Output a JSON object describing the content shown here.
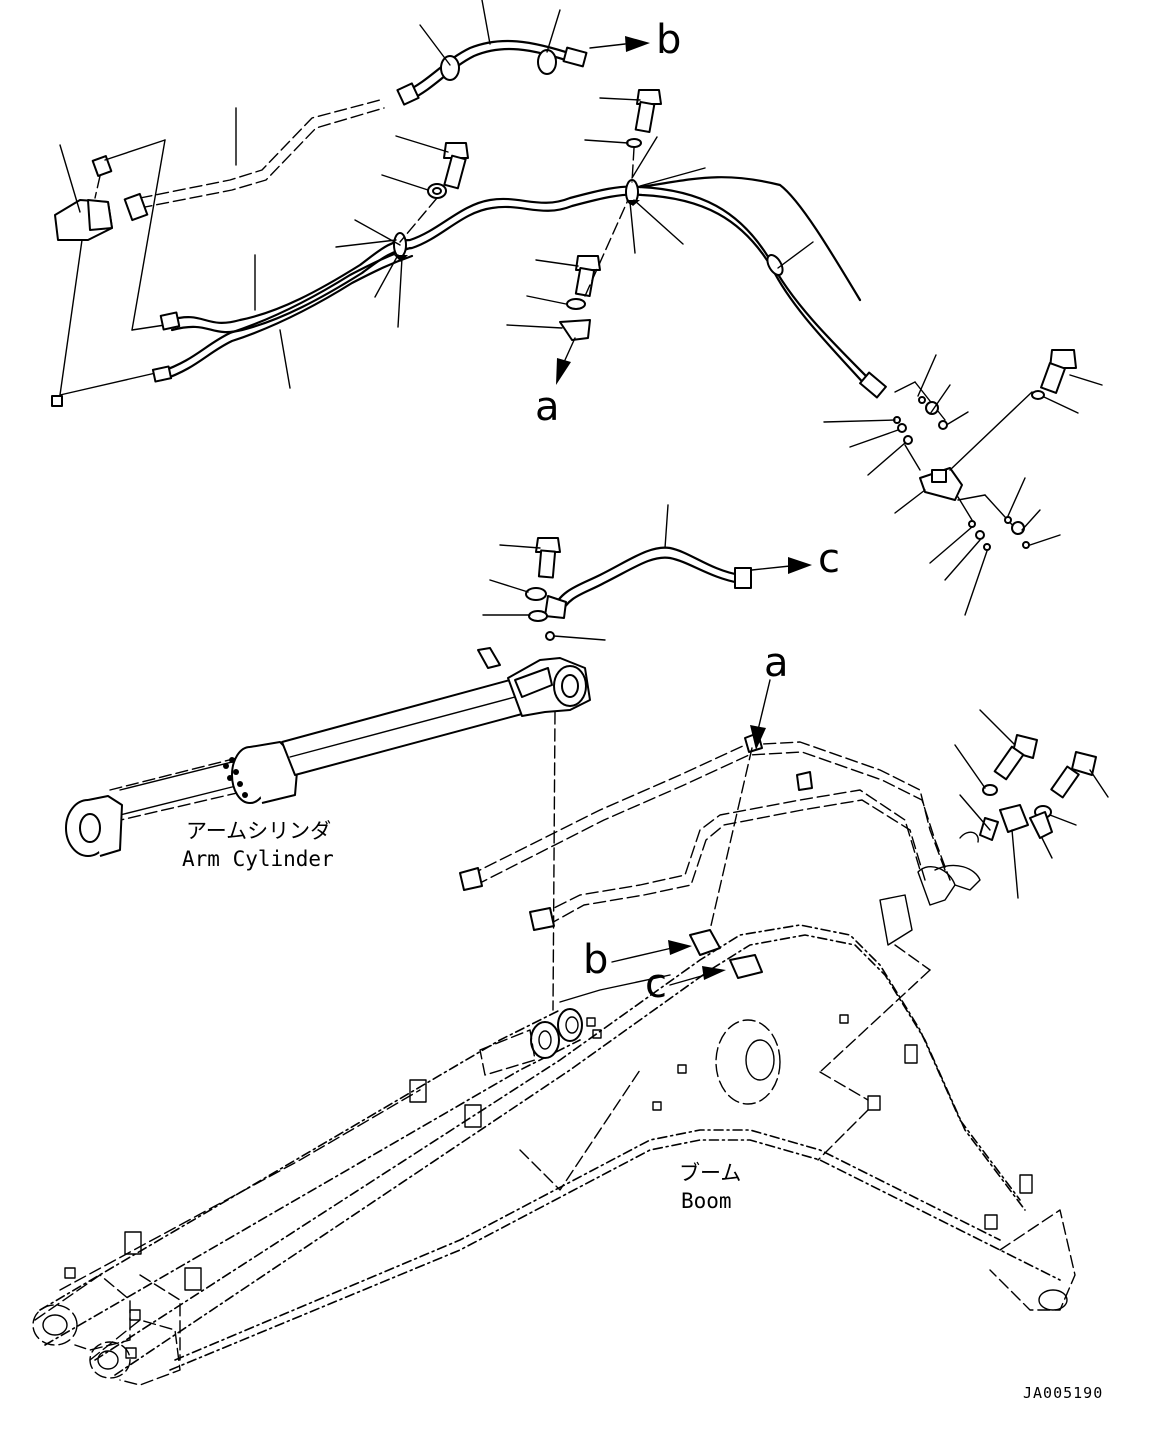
{
  "callouts": {
    "b_top": "b",
    "a_mid": "a",
    "c_mid": "c",
    "a_lower": "a",
    "b_lower": "b",
    "c_lower": "c"
  },
  "labels": {
    "arm_cylinder_jp": "アームシリンダ",
    "arm_cylinder_en": "Arm Cylinder",
    "boom_jp": "ブーム",
    "boom_en": "Boom"
  },
  "drawing_code": "JA005190"
}
